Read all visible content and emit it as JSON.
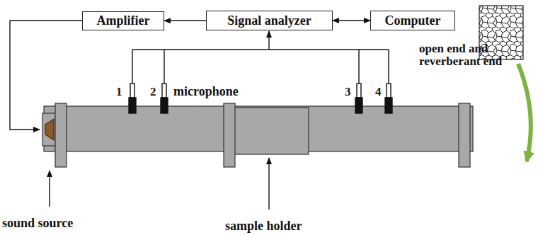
{
  "diagram": {
    "nodes": [
      {
        "text": [
          "Amplifier"
        ]
      },
      {
        "text": [
          "Signal analyzer"
        ]
      },
      {
        "text": [
          "Computer"
        ]
      }
    ],
    "edges": [
      {
        "from": 1,
        "to": 0,
        "arrow": "to"
      },
      {
        "from": 1,
        "to": 2,
        "arrow": "both"
      }
    ],
    "labels": [
      "1",
      "2",
      "3",
      "4",
      "microphone",
      "open end and reverberant end",
      "sound source",
      "sample holder"
    ]
  }
}
